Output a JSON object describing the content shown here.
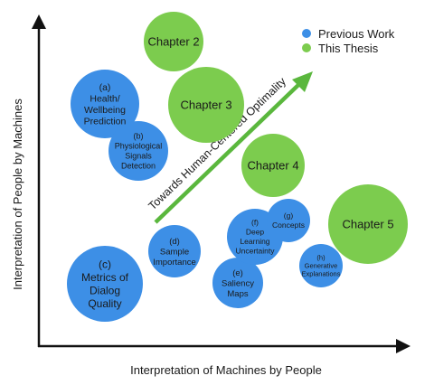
{
  "colors": {
    "previous_work": "#3d8fe6",
    "this_thesis": "#7ccc4e",
    "axis": "#111111",
    "arrow": "#5ab73d"
  },
  "axes": {
    "x_label": "Interpretation of Machines by People",
    "y_label": "Interpretation of People by Machines"
  },
  "legend": {
    "previous_work": "Previous Work",
    "this_thesis": "This Thesis"
  },
  "arrow_label": "Towards Human-Centered Optimality",
  "bubbles": [
    {
      "id": "chapter-2",
      "category": "this_thesis",
      "lines": [
        "Chapter 2"
      ]
    },
    {
      "id": "chapter-3",
      "category": "this_thesis",
      "lines": [
        "Chapter 3"
      ]
    },
    {
      "id": "chapter-4",
      "category": "this_thesis",
      "lines": [
        "Chapter 4"
      ]
    },
    {
      "id": "chapter-5",
      "category": "this_thesis",
      "lines": [
        "Chapter 5"
      ]
    },
    {
      "id": "a-health-wellbeing",
      "category": "previous_work",
      "lines": [
        "(a)",
        "Health/",
        "Wellbeing",
        "Prediction"
      ]
    },
    {
      "id": "b-physiological",
      "category": "previous_work",
      "lines": [
        "(b)",
        "Physiological",
        "Signals",
        "Detection"
      ]
    },
    {
      "id": "c-metrics-dialog",
      "category": "previous_work",
      "lines": [
        "(c)",
        "Metrics of",
        "Dialog",
        "Quality"
      ]
    },
    {
      "id": "d-sample-importance",
      "category": "previous_work",
      "lines": [
        "(d)",
        "Sample",
        "Importance"
      ]
    },
    {
      "id": "e-saliency-maps",
      "category": "previous_work",
      "lines": [
        "(e)",
        "Saliency",
        "Maps"
      ]
    },
    {
      "id": "f-deep-learning",
      "category": "previous_work",
      "lines": [
        "(f)",
        "Deep",
        "Learning",
        "Uncertainty"
      ]
    },
    {
      "id": "g-concepts",
      "category": "previous_work",
      "lines": [
        "(g)",
        "Concepts"
      ]
    },
    {
      "id": "h-generative",
      "category": "previous_work",
      "lines": [
        "(h)",
        "Generative",
        "Explanations"
      ]
    }
  ]
}
